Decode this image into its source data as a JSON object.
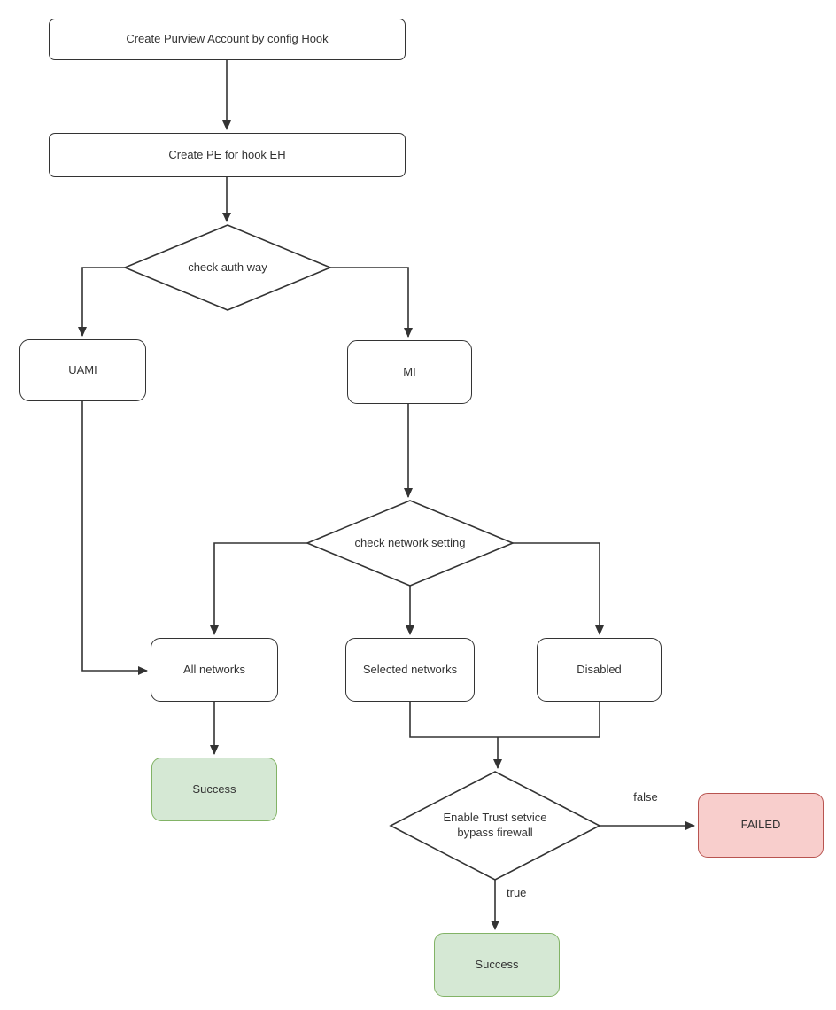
{
  "colors": {
    "background": "#ffffff",
    "node_fill": "#ffffff",
    "node_border": "#333333",
    "edge_stroke": "#333333",
    "text": "#333333",
    "success_fill": "#d5e8d4",
    "success_border": "#82b366",
    "failed_fill": "#f8cecc",
    "failed_border": "#b85450"
  },
  "flowchart": {
    "nodes": {
      "create_purview_account": {
        "label": "Create Purview Account by config Hook",
        "shape": "rectangle"
      },
      "create_pe": {
        "label": "Create PE for hook EH",
        "shape": "rectangle"
      },
      "check_auth_way": {
        "label": "check auth way",
        "shape": "decision"
      },
      "uami": {
        "label": "UAMI",
        "shape": "rounded"
      },
      "mi": {
        "label": "MI",
        "shape": "rounded"
      },
      "check_network_setting": {
        "label": "check network setting",
        "shape": "decision"
      },
      "all_networks": {
        "label": "All networks",
        "shape": "rounded"
      },
      "selected_networks": {
        "label": "Selected networks",
        "shape": "rounded"
      },
      "disabled": {
        "label": "Disabled",
        "shape": "rounded"
      },
      "success_all_networks": {
        "label": "Success",
        "shape": "rounded",
        "status": "success"
      },
      "enable_trust_service": {
        "label": "Enable Trust setvice bypass firewall",
        "shape": "decision"
      },
      "failed": {
        "label": "FAILED",
        "shape": "rounded",
        "status": "failed"
      },
      "success_trust": {
        "label": "Success",
        "shape": "rounded",
        "status": "success"
      }
    },
    "edge_labels": {
      "false_branch": "false",
      "true_branch": "true"
    }
  }
}
